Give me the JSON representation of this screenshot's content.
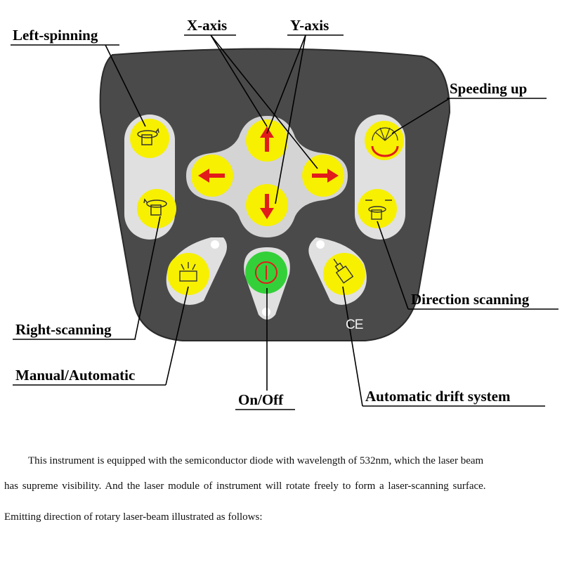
{
  "labels": {
    "left_spinning": "Left-spinning",
    "x_axis": "X-axis",
    "y_axis": "Y-axis",
    "speeding_up": "Speeding up",
    "direction_scanning": "Direction scanning",
    "right_scanning": "Right-scanning",
    "manual_automatic": "Manual/Automatic",
    "on_off": "On/Off",
    "automatic_drift_system": "Automatic drift system"
  },
  "ce_mark": "CE",
  "caption": {
    "line1": "This instrument is equipped with the semiconductor diode with wavelength of 532nm, which the laser beam",
    "line2": "has supreme visibility. And the laser module of instrument will rotate freely to form a laser-scanning surface.",
    "line3": "Emitting direction of rotary laser-beam illustrated as follows:"
  },
  "colors": {
    "panel": "#4a4a4a",
    "button_yellow": "#f7f000",
    "button_ring": "#e8e8e8",
    "power_green": "#34d03a",
    "arrow_red": "#e21b1b"
  },
  "icons": {
    "left_spin": "rotate-left-icon",
    "right_scan": "rotate-right-icon",
    "speed": "speed-fan-icon",
    "direction": "scan-direction-icon",
    "manual": "manual-auto-icon",
    "drift": "tilt-drift-icon",
    "power": "power-icon"
  }
}
